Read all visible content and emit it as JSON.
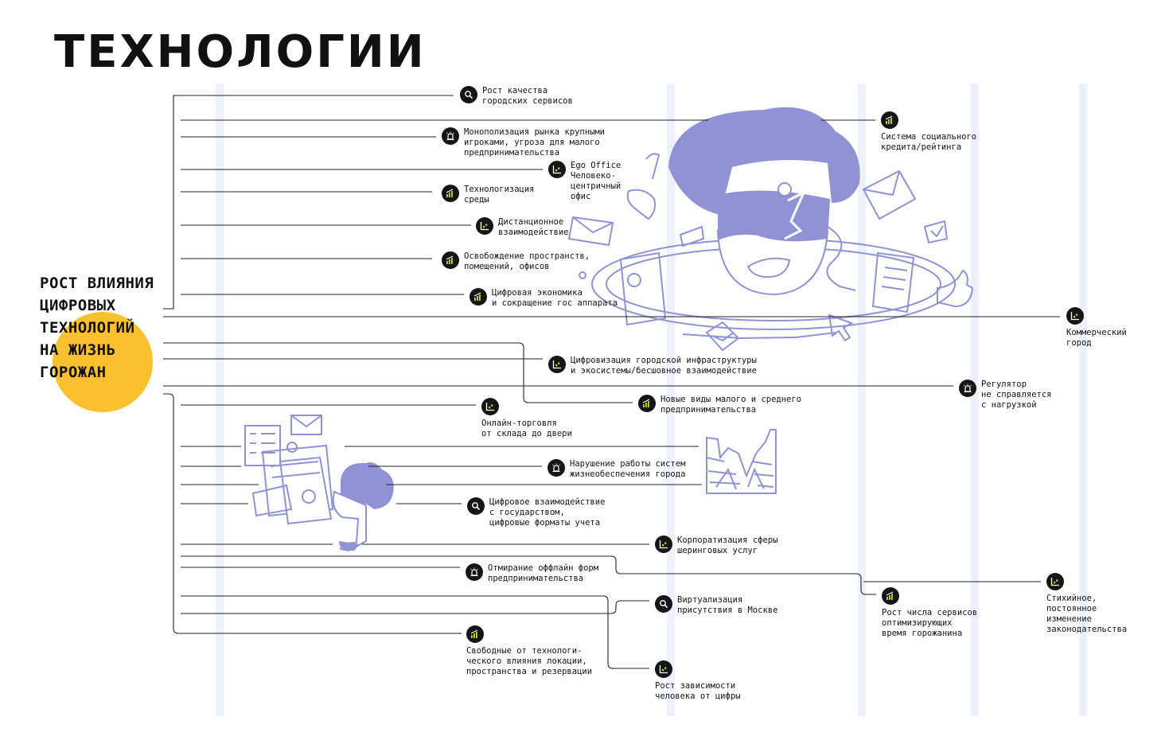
{
  "title": "ТЕХНОЛОГИИ",
  "root": {
    "label": "РОСТ ВЛИЯНИЯ\nЦИФРОВЫХ\nТЕХНОЛОГИЙ\nНА ЖИЗНЬ\nГОРОЖАН"
  },
  "colors": {
    "accent_yellow": "#FBC02D",
    "illustration": "#8F93D6",
    "icon_dark": "#161616",
    "icon_green": "#B5E61D",
    "line": "#222222",
    "stripe": "#EEF0FB"
  },
  "legend_icon_types": [
    "search-icon",
    "growth-chart-icon",
    "alarm-icon",
    "scatter-chart-icon"
  ],
  "nodes": [
    {
      "id": "n1",
      "icon": "search-icon",
      "label": "Рост качества\nгородских сервисов"
    },
    {
      "id": "n2",
      "icon": "alarm-icon",
      "label": "Монополизация рынка крупными\nигроками, угроза для малого\nпредпринимательства"
    },
    {
      "id": "n3",
      "icon": "scatter-chart-icon",
      "label": "Ego Office\nЧеловеко-\nцентричный\nофис"
    },
    {
      "id": "n4",
      "icon": "growth-chart-icon",
      "label": "Технологизация\nсреды"
    },
    {
      "id": "n5",
      "icon": "scatter-chart-icon",
      "label": "Дистанционное\nвзаимодействие"
    },
    {
      "id": "n6",
      "icon": "growth-chart-icon",
      "label": "Освобождение пространств,\nпомещений, офисов"
    },
    {
      "id": "n7",
      "icon": "growth-chart-icon",
      "label": "Цифровая экономика\nи сокращение гос аппарата"
    },
    {
      "id": "n8",
      "icon": "growth-chart-icon",
      "label": "Система социального\nкредита/рейтинга"
    },
    {
      "id": "n9",
      "icon": "scatter-chart-icon",
      "label": "Коммерческий\nгород"
    },
    {
      "id": "n10",
      "icon": "scatter-chart-icon",
      "label": "Цифровизация городской инфраструктуры\nи экосистемы/бесшовное взаимодействие"
    },
    {
      "id": "n11",
      "icon": "alarm-icon",
      "label": "Регулятор\nне справляется\nс нагрузкой"
    },
    {
      "id": "n12",
      "icon": "growth-chart-icon",
      "label": "Новые виды малого и среднего\nпредпринимательства"
    },
    {
      "id": "n13",
      "icon": "scatter-chart-icon",
      "label": "Онлайн-торговля\nот склада до двери"
    },
    {
      "id": "n14",
      "icon": "alarm-icon",
      "label": "Нарушение работы систем\nжизнеобеспечения города"
    },
    {
      "id": "n15",
      "icon": "search-icon",
      "label": "Цифровое взаимодействие\nс государством,\nцифровые форматы учета"
    },
    {
      "id": "n16",
      "icon": "scatter-chart-icon",
      "label": "Корпоратизация сферы\nшеринговых услуг"
    },
    {
      "id": "n17",
      "icon": "alarm-icon",
      "label": "Отмирание оффлайн форм\nпредпринимательства"
    },
    {
      "id": "n18",
      "icon": "scatter-chart-icon",
      "label": "Стихийное,\nпостоянное\nизменение\nзаконодательства"
    },
    {
      "id": "n19",
      "icon": "growth-chart-icon",
      "label": "Рост числа сервисов\nоптимизирующих\nвремя горожанина"
    },
    {
      "id": "n20",
      "icon": "search-icon",
      "label": "Виртуализация\nприсутствия в Москве"
    },
    {
      "id": "n21",
      "icon": "growth-chart-icon",
      "label": "Свободные от технологи-\nческого влияния локации,\nпространства и резервации"
    },
    {
      "id": "n22",
      "icon": "scatter-chart-icon",
      "label": "Рост зависимости\nчеловека от цифры"
    }
  ]
}
